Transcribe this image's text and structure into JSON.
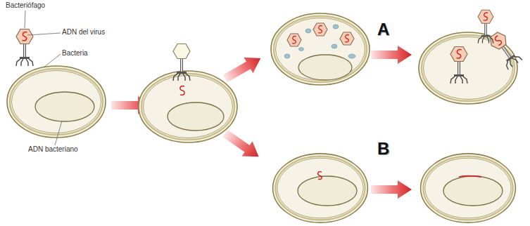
{
  "diagram": {
    "labels": [
      "Bacteriófago",
      "ADN del virus",
      "Bacteria",
      "ADN bacteriano",
      "A",
      "B"
    ]
  }
}
